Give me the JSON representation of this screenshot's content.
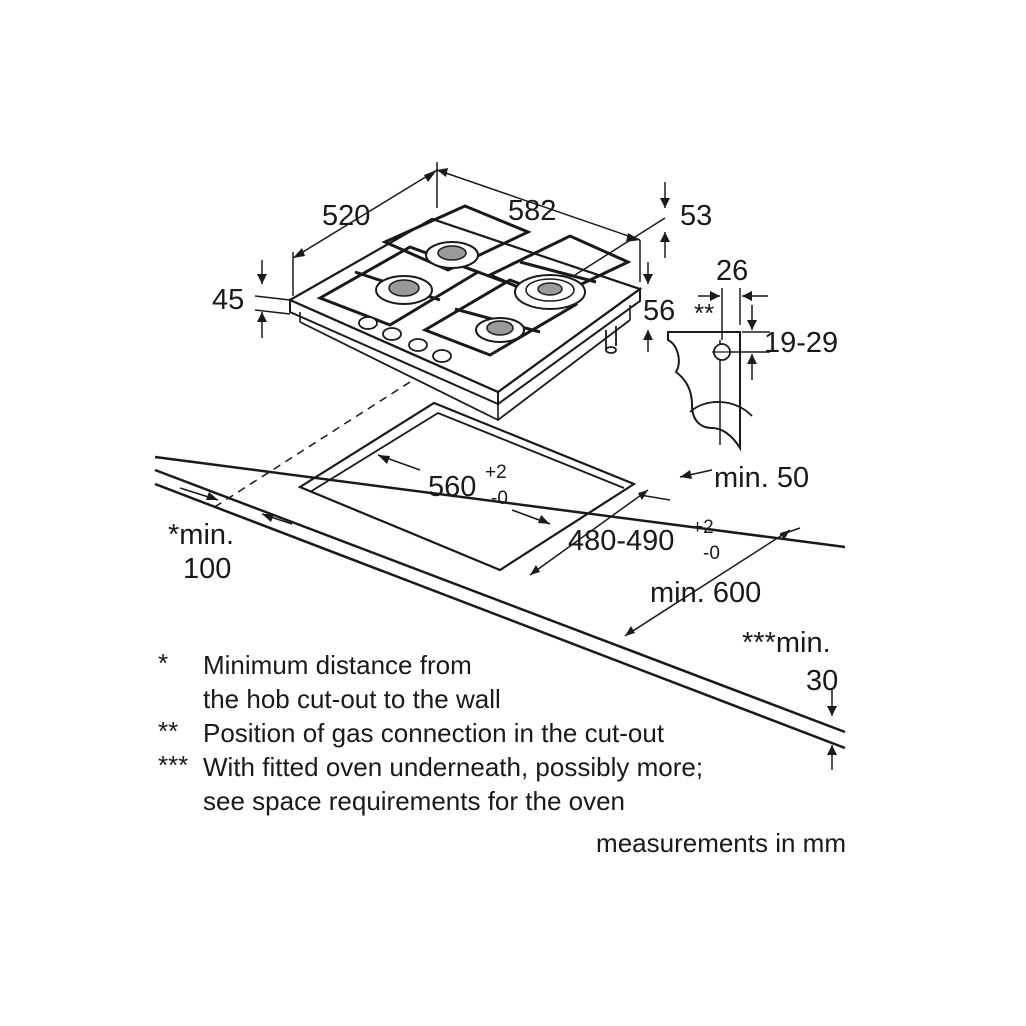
{
  "dimensions": {
    "width_582": "582",
    "depth_520": "520",
    "height_53": "53",
    "height_45": "45",
    "height_56": "56",
    "gas_26": "26",
    "gas_marker": "**",
    "gas_19_29": "19-29",
    "cutout_width": "560",
    "cutout_width_tol_plus": "+2",
    "cutout_width_tol_minus": "-0",
    "cutout_depth": "480-490",
    "cutout_depth_tol_plus": "+2",
    "cutout_depth_tol_minus": "-0",
    "min_50": "min. 50",
    "min_100_line1": "*min.",
    "min_100_line2": "100",
    "min_600": "min. 600",
    "min_30_line1": "***min.",
    "min_30_line2": "30"
  },
  "notes": [
    {
      "marker": "*",
      "lines": [
        "Minimum distance from",
        "the hob cut-out to the wall"
      ]
    },
    {
      "marker": "**",
      "lines": [
        "Position of gas connection in the cut-out"
      ]
    },
    {
      "marker": "***",
      "lines": [
        "With fitted oven underneath, possibly more;",
        "see space requirements for the oven"
      ]
    }
  ],
  "units_note": "measurements in mm"
}
